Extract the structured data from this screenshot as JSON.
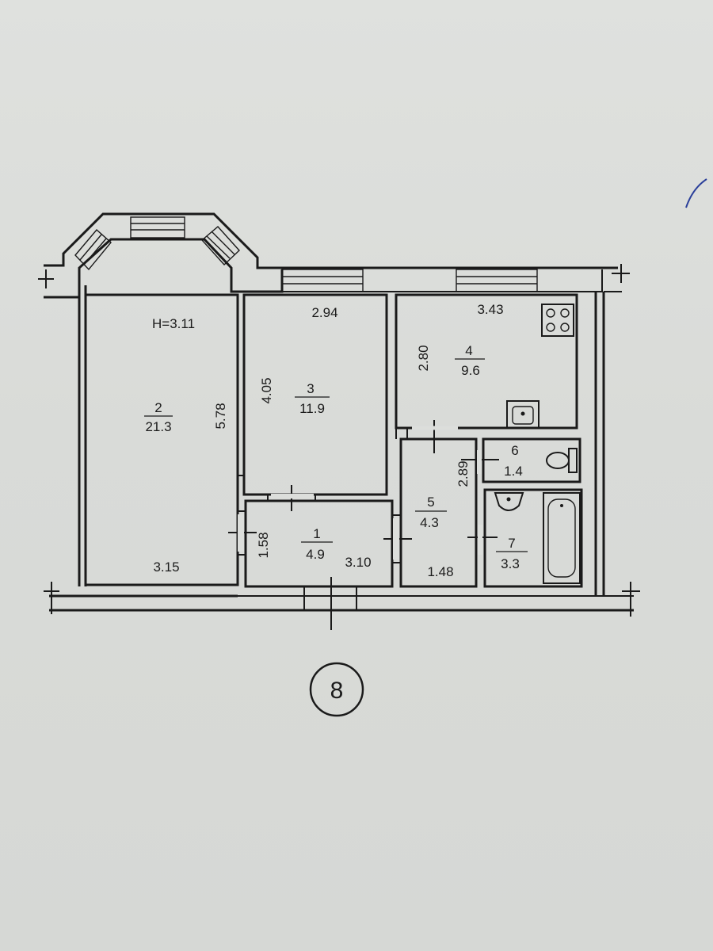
{
  "plan": {
    "ceiling_height": "H=3.11",
    "sheet_number": "8",
    "rooms": [
      {
        "id": "1",
        "number": "1",
        "area": "4.9",
        "dims": [
          "1.58",
          "3.10"
        ]
      },
      {
        "id": "2",
        "number": "2",
        "area": "21.3",
        "dims": [
          "5.78",
          "3.15"
        ]
      },
      {
        "id": "3",
        "number": "3",
        "area": "11.9",
        "dims": [
          "4.05",
          "2.94"
        ]
      },
      {
        "id": "4",
        "number": "4",
        "area": "9.6",
        "dims": [
          "2.80",
          "3.43"
        ]
      },
      {
        "id": "5",
        "number": "5",
        "area": "4.3",
        "dims": [
          "2.89",
          "1.48"
        ]
      },
      {
        "id": "6",
        "number": "6",
        "area": "1.4",
        "dims": []
      },
      {
        "id": "7",
        "number": "7",
        "area": "3.3",
        "dims": []
      }
    ],
    "fixtures": [
      "stove-icon",
      "kitchen-sink-icon",
      "toilet-icon",
      "washbasin-icon",
      "bathtub-icon"
    ]
  }
}
